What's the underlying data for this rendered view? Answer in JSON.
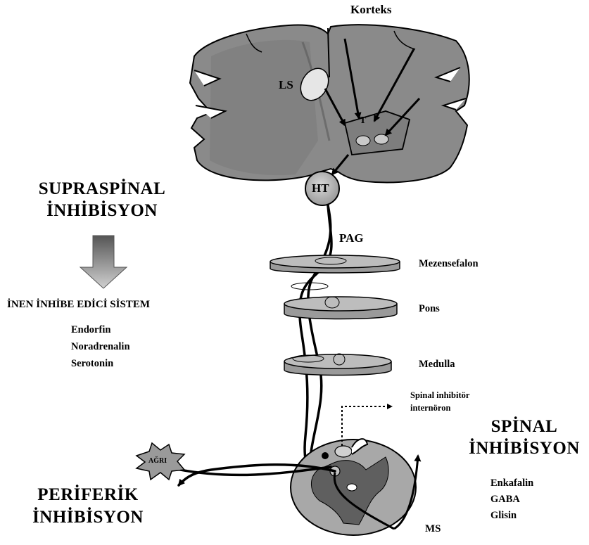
{
  "labels": {
    "korteks": "Korteks",
    "ls": "LS",
    "t": "T",
    "ht": "HT",
    "pag": "PAG",
    "mezensefalon": "Mezensefalon",
    "pons": "Pons",
    "medulla": "Medulla",
    "spinal_inhibitor": [
      "Spinal inhibitör",
      "internöron"
    ],
    "ms": "MS",
    "agri": "AĞRI"
  },
  "supraspinal": {
    "title": [
      "SUPRASPİNAL",
      "İNHİBİSYON"
    ],
    "system": "İNEN İNHİBE EDİCİ SİSTEM",
    "substances": [
      "Endorfin",
      "Noradrenalin",
      "Serotonin"
    ]
  },
  "spinal": {
    "title": [
      "SPİNAL",
      "İNHİBİSYON"
    ],
    "substances": [
      "Enkafalin",
      "GABA",
      "Glisin"
    ]
  },
  "periferik": {
    "title": [
      "PERİFERİK",
      "İNHİBİSYON"
    ]
  },
  "colors": {
    "brain": "#8c8c8c",
    "brain_dark": "#6a6a6a",
    "disc": "#b2b2b2",
    "spinal_cord": "#a6a6a6",
    "grey_matter": "#5e5e5e",
    "arrow_fill": "#909090",
    "ink": "#000000"
  }
}
